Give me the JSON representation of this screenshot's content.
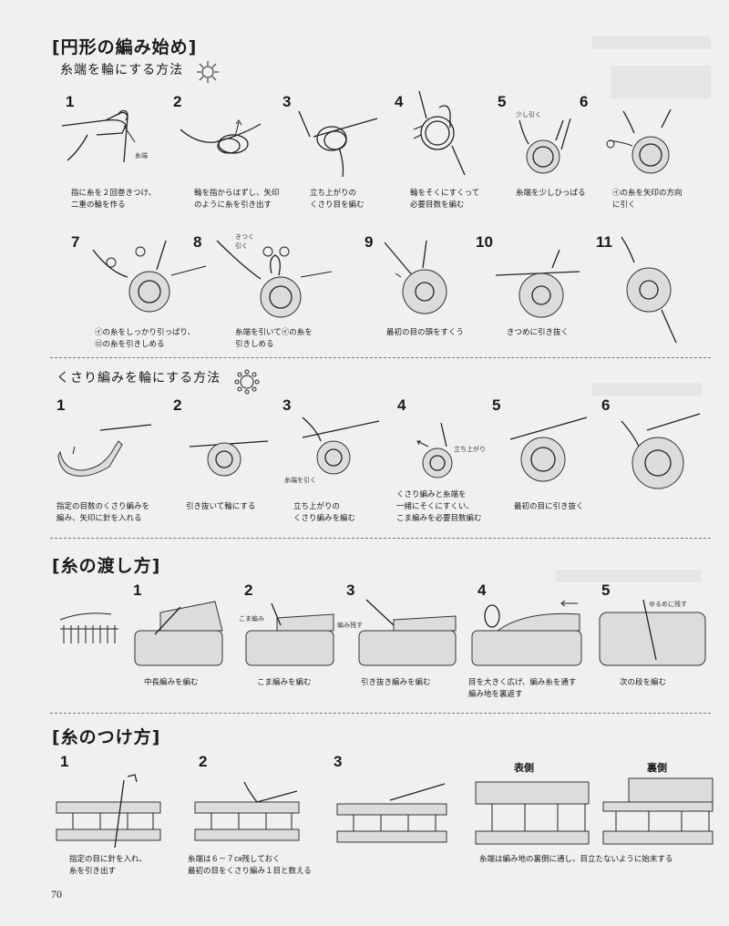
{
  "section_ring": {
    "title": "[円形の編み始め]",
    "sub1": {
      "title": "糸端を輪にする方法",
      "steps": [
        {
          "n": "1",
          "caption": "指に糸を２回巻きつけ、\n二重の輪を作る",
          "note": "糸端"
        },
        {
          "n": "2",
          "caption": "輪を指からはずし、矢印\nのように糸を引き出す"
        },
        {
          "n": "3",
          "caption": "立ち上がりの\nくさり目を編む"
        },
        {
          "n": "4",
          "caption": "輪をそくにすくって\n必要目数を編む"
        },
        {
          "n": "5",
          "caption": "糸端を少しひっぱる",
          "note": "少し引く"
        },
        {
          "n": "6",
          "caption": "㋑の糸を矢印の方向\nに引く"
        },
        {
          "n": "7",
          "caption": "㋑の糸をしっかり引っぱり、\n㋺の糸を引きしめる"
        },
        {
          "n": "8",
          "caption": "糸端を引いて㋑の糸を\n引きしめる",
          "note": "きつく\n引く"
        },
        {
          "n": "9",
          "caption": "最初の目の頭をすくう"
        },
        {
          "n": "10",
          "caption": "きつめに引き抜く"
        },
        {
          "n": "11",
          "caption": ""
        }
      ]
    },
    "sub2": {
      "title": "くさり編みを輪にする方法",
      "steps": [
        {
          "n": "1",
          "caption": "指定の目数のくさり編みを\n編み、矢印に針を入れる"
        },
        {
          "n": "2",
          "caption": "引き抜いて輪にする"
        },
        {
          "n": "3",
          "caption": "立ち上がりの\nくさり編みを編む",
          "note": "糸端を引く"
        },
        {
          "n": "4",
          "caption": "くさり編みと糸端を\n一緒にそくにすくい、\nこま編みを必要目数編む",
          "note": "立ち上がり"
        },
        {
          "n": "5",
          "caption": "最初の目に引き抜く"
        },
        {
          "n": "6",
          "caption": ""
        }
      ]
    }
  },
  "section_carry": {
    "title": "[糸の渡し方]",
    "steps": [
      {
        "n": "1",
        "caption": "中長編みを編む"
      },
      {
        "n": "2",
        "caption": "こま編みを編む",
        "note": "こま編み"
      },
      {
        "n": "3",
        "caption": "引き抜き編みを編む",
        "note": "編み残す"
      },
      {
        "n": "4",
        "caption": "目を大きく広げ、編み糸を通す\n編み地を裏返す"
      },
      {
        "n": "5",
        "caption": "次の段を編む",
        "note": "ゆるめに残す"
      }
    ]
  },
  "section_join": {
    "title": "[糸のつけ方]",
    "steps": [
      {
        "n": "1",
        "caption": "指定の目に針を入れ、\n糸を引き出す"
      },
      {
        "n": "2",
        "caption": "糸端は６－７㎝残しておく\n最初の目をくさり編み１目と数える"
      },
      {
        "n": "3",
        "caption": ""
      }
    ],
    "front_label": "表側",
    "back_label": "裏側",
    "finish_caption": "糸端は編み地の裏側に通し、目立たないように始末する"
  },
  "marks": {
    "i": "イ",
    "ro": "ロ"
  },
  "page_number": "70"
}
